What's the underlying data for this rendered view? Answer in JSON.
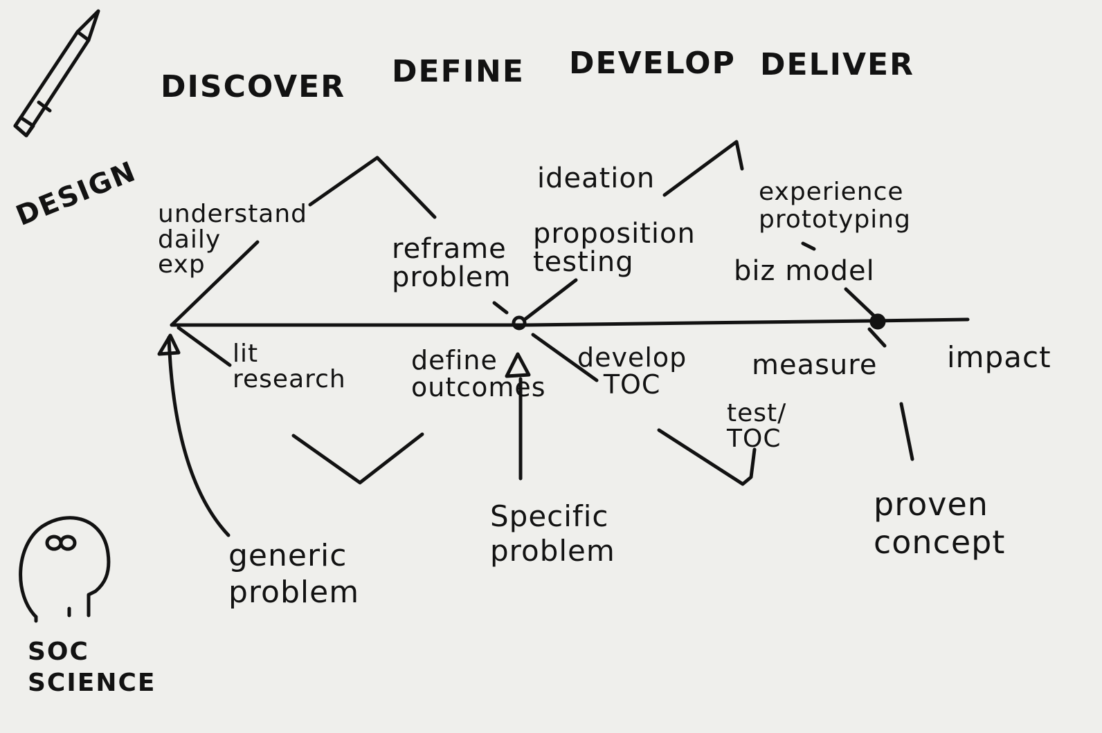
{
  "phases": [
    "DISCOVER",
    "DEFINE",
    "DEVELOP",
    "DELIVER"
  ],
  "left_labels": {
    "design": "DESIGN",
    "social_science": "SOC\nSCIENCE"
  },
  "top_steps": {
    "understand": "understand\ndaily\nexp",
    "reframe": "reframe\nproblem",
    "ideation": "ideation",
    "proposition": "proposition\ntesting",
    "experience": "experience\nprototyping",
    "biz_model": "biz model"
  },
  "bottom_steps": {
    "lit_research": "lit\nresearch",
    "define_outcomes": "define\noutcomes",
    "develop_toc": "develop\nTOC",
    "measure": "measure",
    "impact": "impact",
    "test_toc": "test/\nTOC"
  },
  "outcomes": {
    "generic": "generic\nproblem",
    "specific": "Specific\nproblem",
    "proven": "proven\nconcept"
  },
  "colors": {
    "ink": "#121212",
    "paper": "#efefec"
  }
}
